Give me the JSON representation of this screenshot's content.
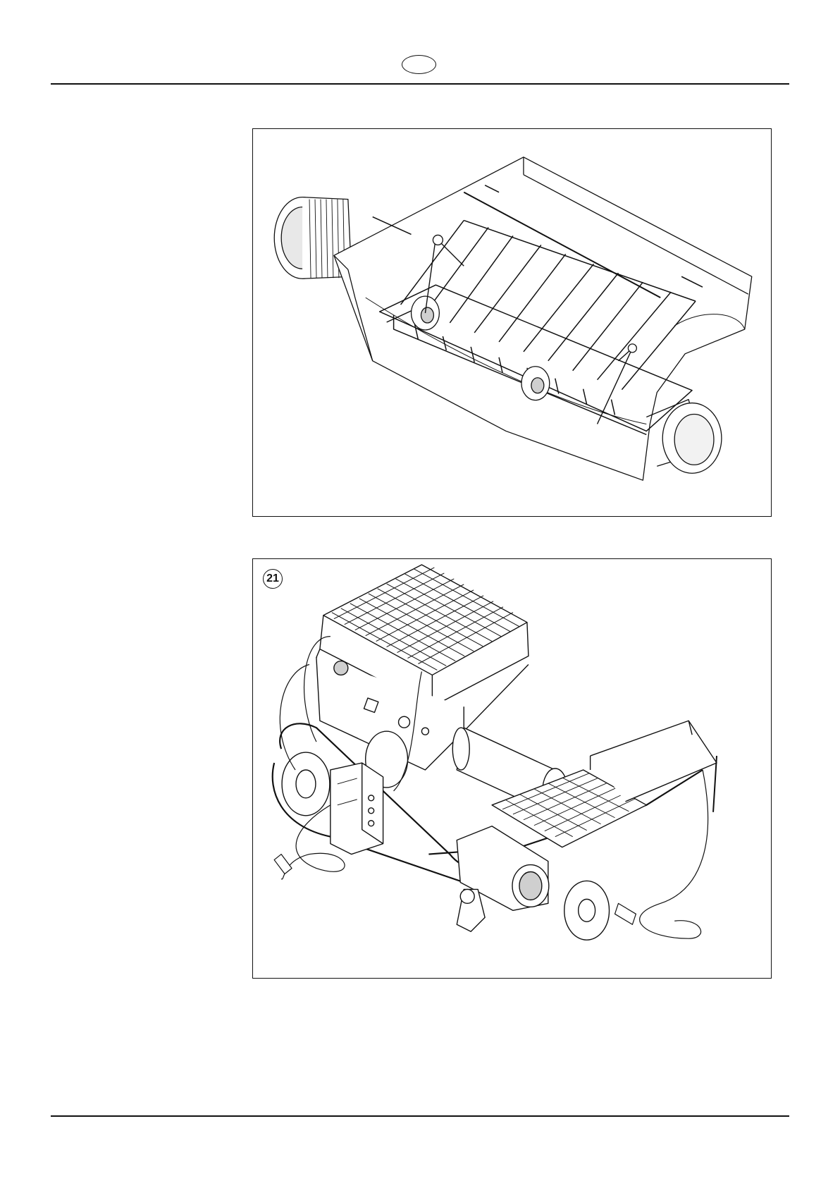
{
  "header": {
    "language_badge": ""
  },
  "figures": [
    {
      "number": "",
      "subject": "mixing-hopper-with-agitator-grid"
    },
    {
      "number": "21",
      "subject": "plastering-machine-assembly"
    }
  ],
  "colors": {
    "ink": "#111111",
    "paper": "#ffffff",
    "shade": "#cfcfcf"
  }
}
